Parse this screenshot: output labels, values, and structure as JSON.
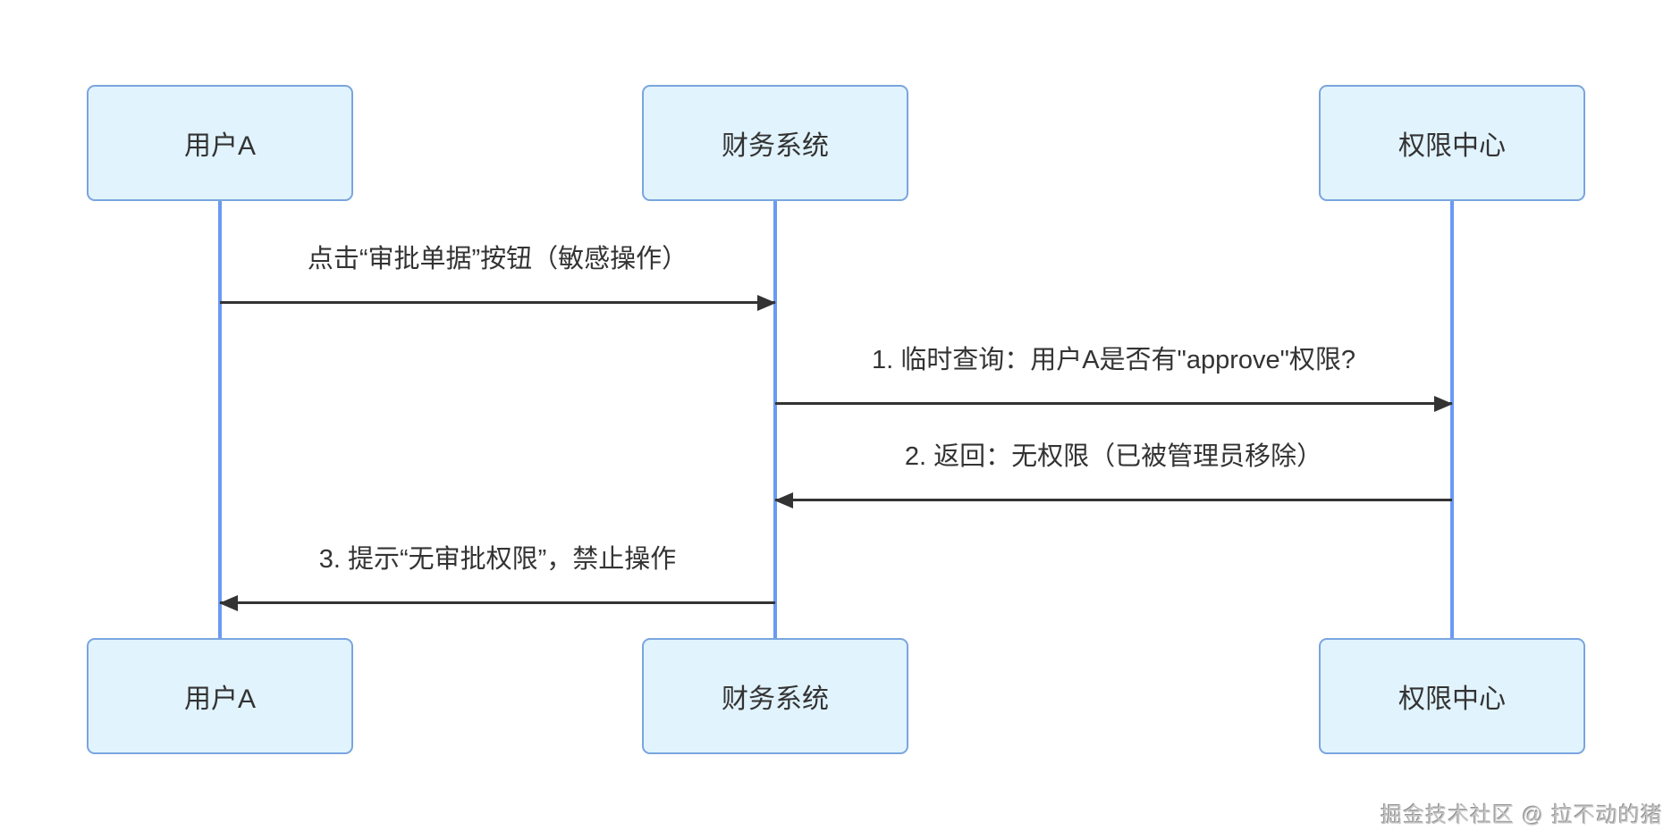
{
  "diagram_type": "sequence-diagram",
  "actors": [
    {
      "id": "user-a",
      "label": "用户A"
    },
    {
      "id": "finance-system",
      "label": "财务系统"
    },
    {
      "id": "permission-center",
      "label": "权限中心"
    }
  ],
  "messages": [
    {
      "from": "用户A",
      "to": "财务系统",
      "direction": "right",
      "label": "点击“审批单据”按钮（敏感操作）"
    },
    {
      "from": "财务系统",
      "to": "权限中心",
      "direction": "right",
      "label": "1. 临时查询：用户A是否有\"approve\"权限?"
    },
    {
      "from": "权限中心",
      "to": "财务系统",
      "direction": "left",
      "label": "2. 返回：无权限（已被管理员移除）"
    },
    {
      "from": "财务系统",
      "to": "用户A",
      "direction": "left",
      "label": "3. 提示“无审批权限”，禁止操作"
    }
  ],
  "watermark": "掘金技术社区 @ 拉不动的猪",
  "colors": {
    "actor_fill": "#e1f3fd",
    "actor_border": "#7aa5df",
    "lifeline": "#6a9af3",
    "arrow": "#333333",
    "text": "#333333",
    "watermark": "#c6c6c6"
  }
}
